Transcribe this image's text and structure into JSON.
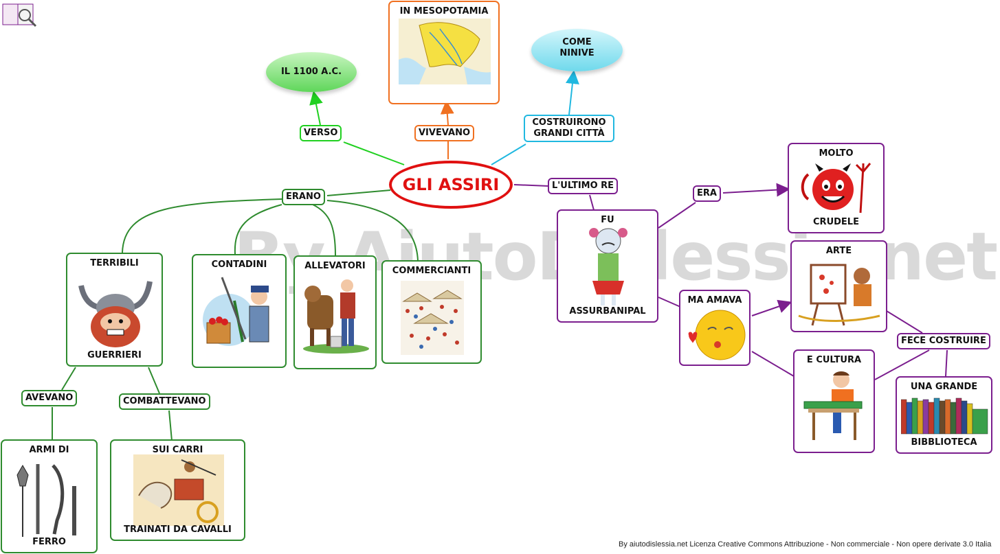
{
  "central": "GLI ASSIRI",
  "top": {
    "verso_label": "VERSO",
    "date_bubble": "IL 1100 A.C.",
    "vivevano_label": "VIVEVANO",
    "mesopotamia_title": "IN MESOPOTAMIA",
    "costruirono_label": "COSTRUIRONO GRANDI CITTÀ",
    "ninive_bubble": "COME NINIVE"
  },
  "erano": {
    "label": "ERANO",
    "terribili": {
      "top": "TERRIBILI",
      "bottom": "GUERRIERI"
    },
    "contadini": "CONTADINI",
    "allevatori": "ALLEVATORI",
    "commercianti": "COMMERCIANTI",
    "avevano_label": "AVEVANO",
    "armi": {
      "top": "ARMI DI",
      "bottom": "FERRO"
    },
    "combattevano_label": "COMBATTEVANO",
    "carri": {
      "top": "SUI CARRI",
      "bottom": "TRAINATI DA CAVALLI"
    }
  },
  "re": {
    "label": "L'ULTIMO RE",
    "fu": {
      "top": "FU",
      "bottom": "ASSURBANIPAL"
    },
    "era_label": "ERA",
    "crudele": {
      "top": "MOLTO",
      "bottom": "CRUDELE"
    },
    "ma_amava": "MA AMAVA",
    "arte": "ARTE",
    "cultura": "E CULTURA",
    "fece_label": "FECE COSTRUIRE",
    "biblioteca": {
      "top": "UNA GRANDE",
      "bottom": "BIBBLIOTECA"
    }
  },
  "watermark": "By AiutoDislessia.net",
  "footer": "By aiutodislessia.net Licenza Creative Commons Attribuzione - Non commerciale - Non opere derivate 3.0 Italia",
  "colors": {
    "central": "#e01010",
    "green": "#2e8b2e",
    "purple": "#7b1e8e",
    "orange": "#f07020",
    "cyan": "#20b8e0",
    "lime": "#20d020"
  }
}
